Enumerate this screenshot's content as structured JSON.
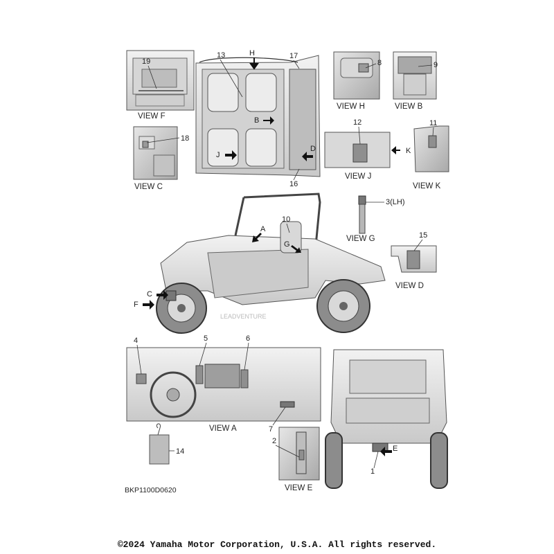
{
  "callouts": {
    "n1": "1",
    "n2": "2",
    "n3": "3(LH)",
    "n4": "4",
    "n5": "5",
    "n6": "6",
    "n7": "7",
    "n8": "8",
    "n9": "9",
    "n10": "10",
    "n11": "11",
    "n12": "12",
    "n13": "13",
    "n14": "14",
    "n15": "15",
    "n16": "16",
    "n17": "17",
    "n18": "18",
    "n19": "19"
  },
  "view_letters": {
    "A": "A",
    "B": "B",
    "C": "C",
    "D": "D",
    "E": "E",
    "F": "F",
    "G": "G",
    "H": "H",
    "J": "J",
    "K": "K"
  },
  "captions": {
    "view_f": "VIEW F",
    "view_c": "VIEW C",
    "view_h": "VIEW H",
    "view_b": "VIEW B",
    "view_j": "VIEW J",
    "view_k": "VIEW K",
    "view_g": "VIEW G",
    "view_d": "VIEW D",
    "view_a": "VIEW A",
    "view_e": "VIEW E"
  },
  "drawing_code": "BKP1100D0620",
  "watermark": "LEADVENTURE",
  "copyright": "©2024 Yamaha Motor Corporation, U.S.A. All rights reserved.",
  "colors": {
    "line": "#333333",
    "fill_light": "#e8e8e8",
    "fill_mid": "#bdbdbd",
    "arrow": "#111111"
  }
}
